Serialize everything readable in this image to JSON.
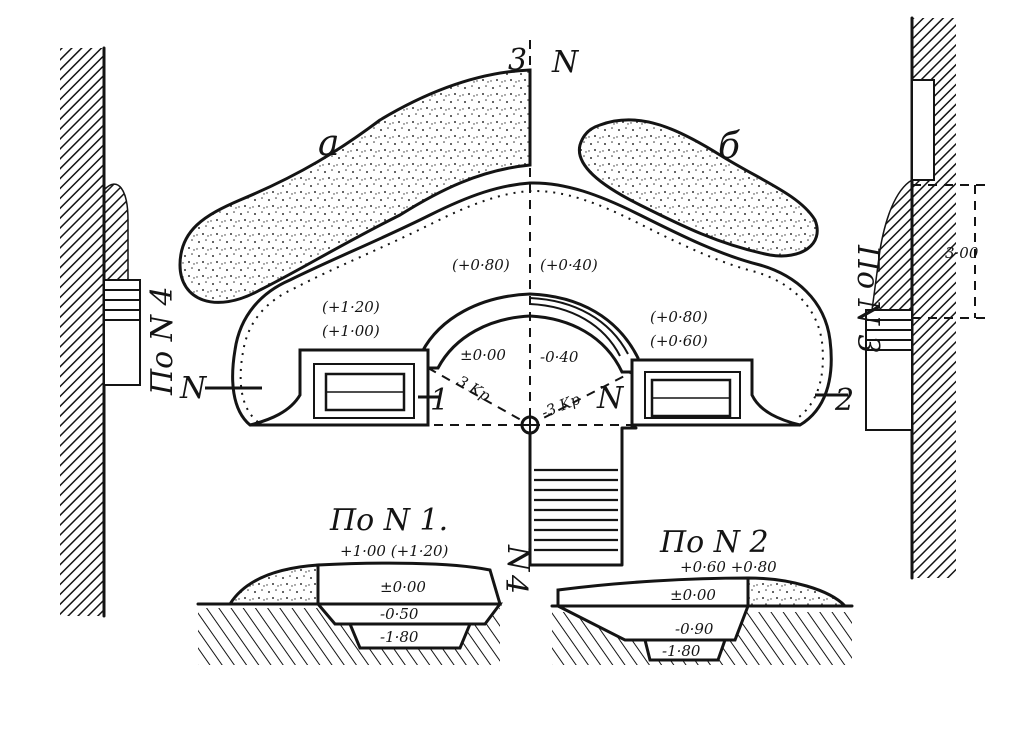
{
  "labels": {
    "mound_a": "а",
    "mound_b": "б",
    "axis_top": "3",
    "north_top": "N",
    "axis_bottom": "4",
    "north_bottom": "N",
    "north_left": "N",
    "north_mid": "N",
    "section_num_1": "1",
    "section_num_2": "2",
    "elev_top_left": "(+0·80)",
    "elev_top_right": "(+0·40)",
    "elev_left_1": "(+1·20)",
    "elev_left_2": "(+1·00)",
    "elev_right_1": "(+0·80)",
    "elev_right_2": "(+0·60)",
    "elev_center_left": "±0·00",
    "elev_center_right": "-0·40",
    "grade_left": "3 Kp",
    "grade_right": "-3 Kp",
    "section_right_title": "По N 3",
    "section_left_title": "По N 4",
    "dim_300": "3·00",
    "section1_title": "По N 1.",
    "section1_top": "+1·00 (+1·20)",
    "section1_l1": "±0·00",
    "section1_l2": "-0·50",
    "section1_l3": "-1·80",
    "section2_title": "По N 2",
    "section2_top": "+0·60 +0·80",
    "section2_l1": "±0·00",
    "section2_l2": "-0·90",
    "section2_l3": "-1·80"
  }
}
